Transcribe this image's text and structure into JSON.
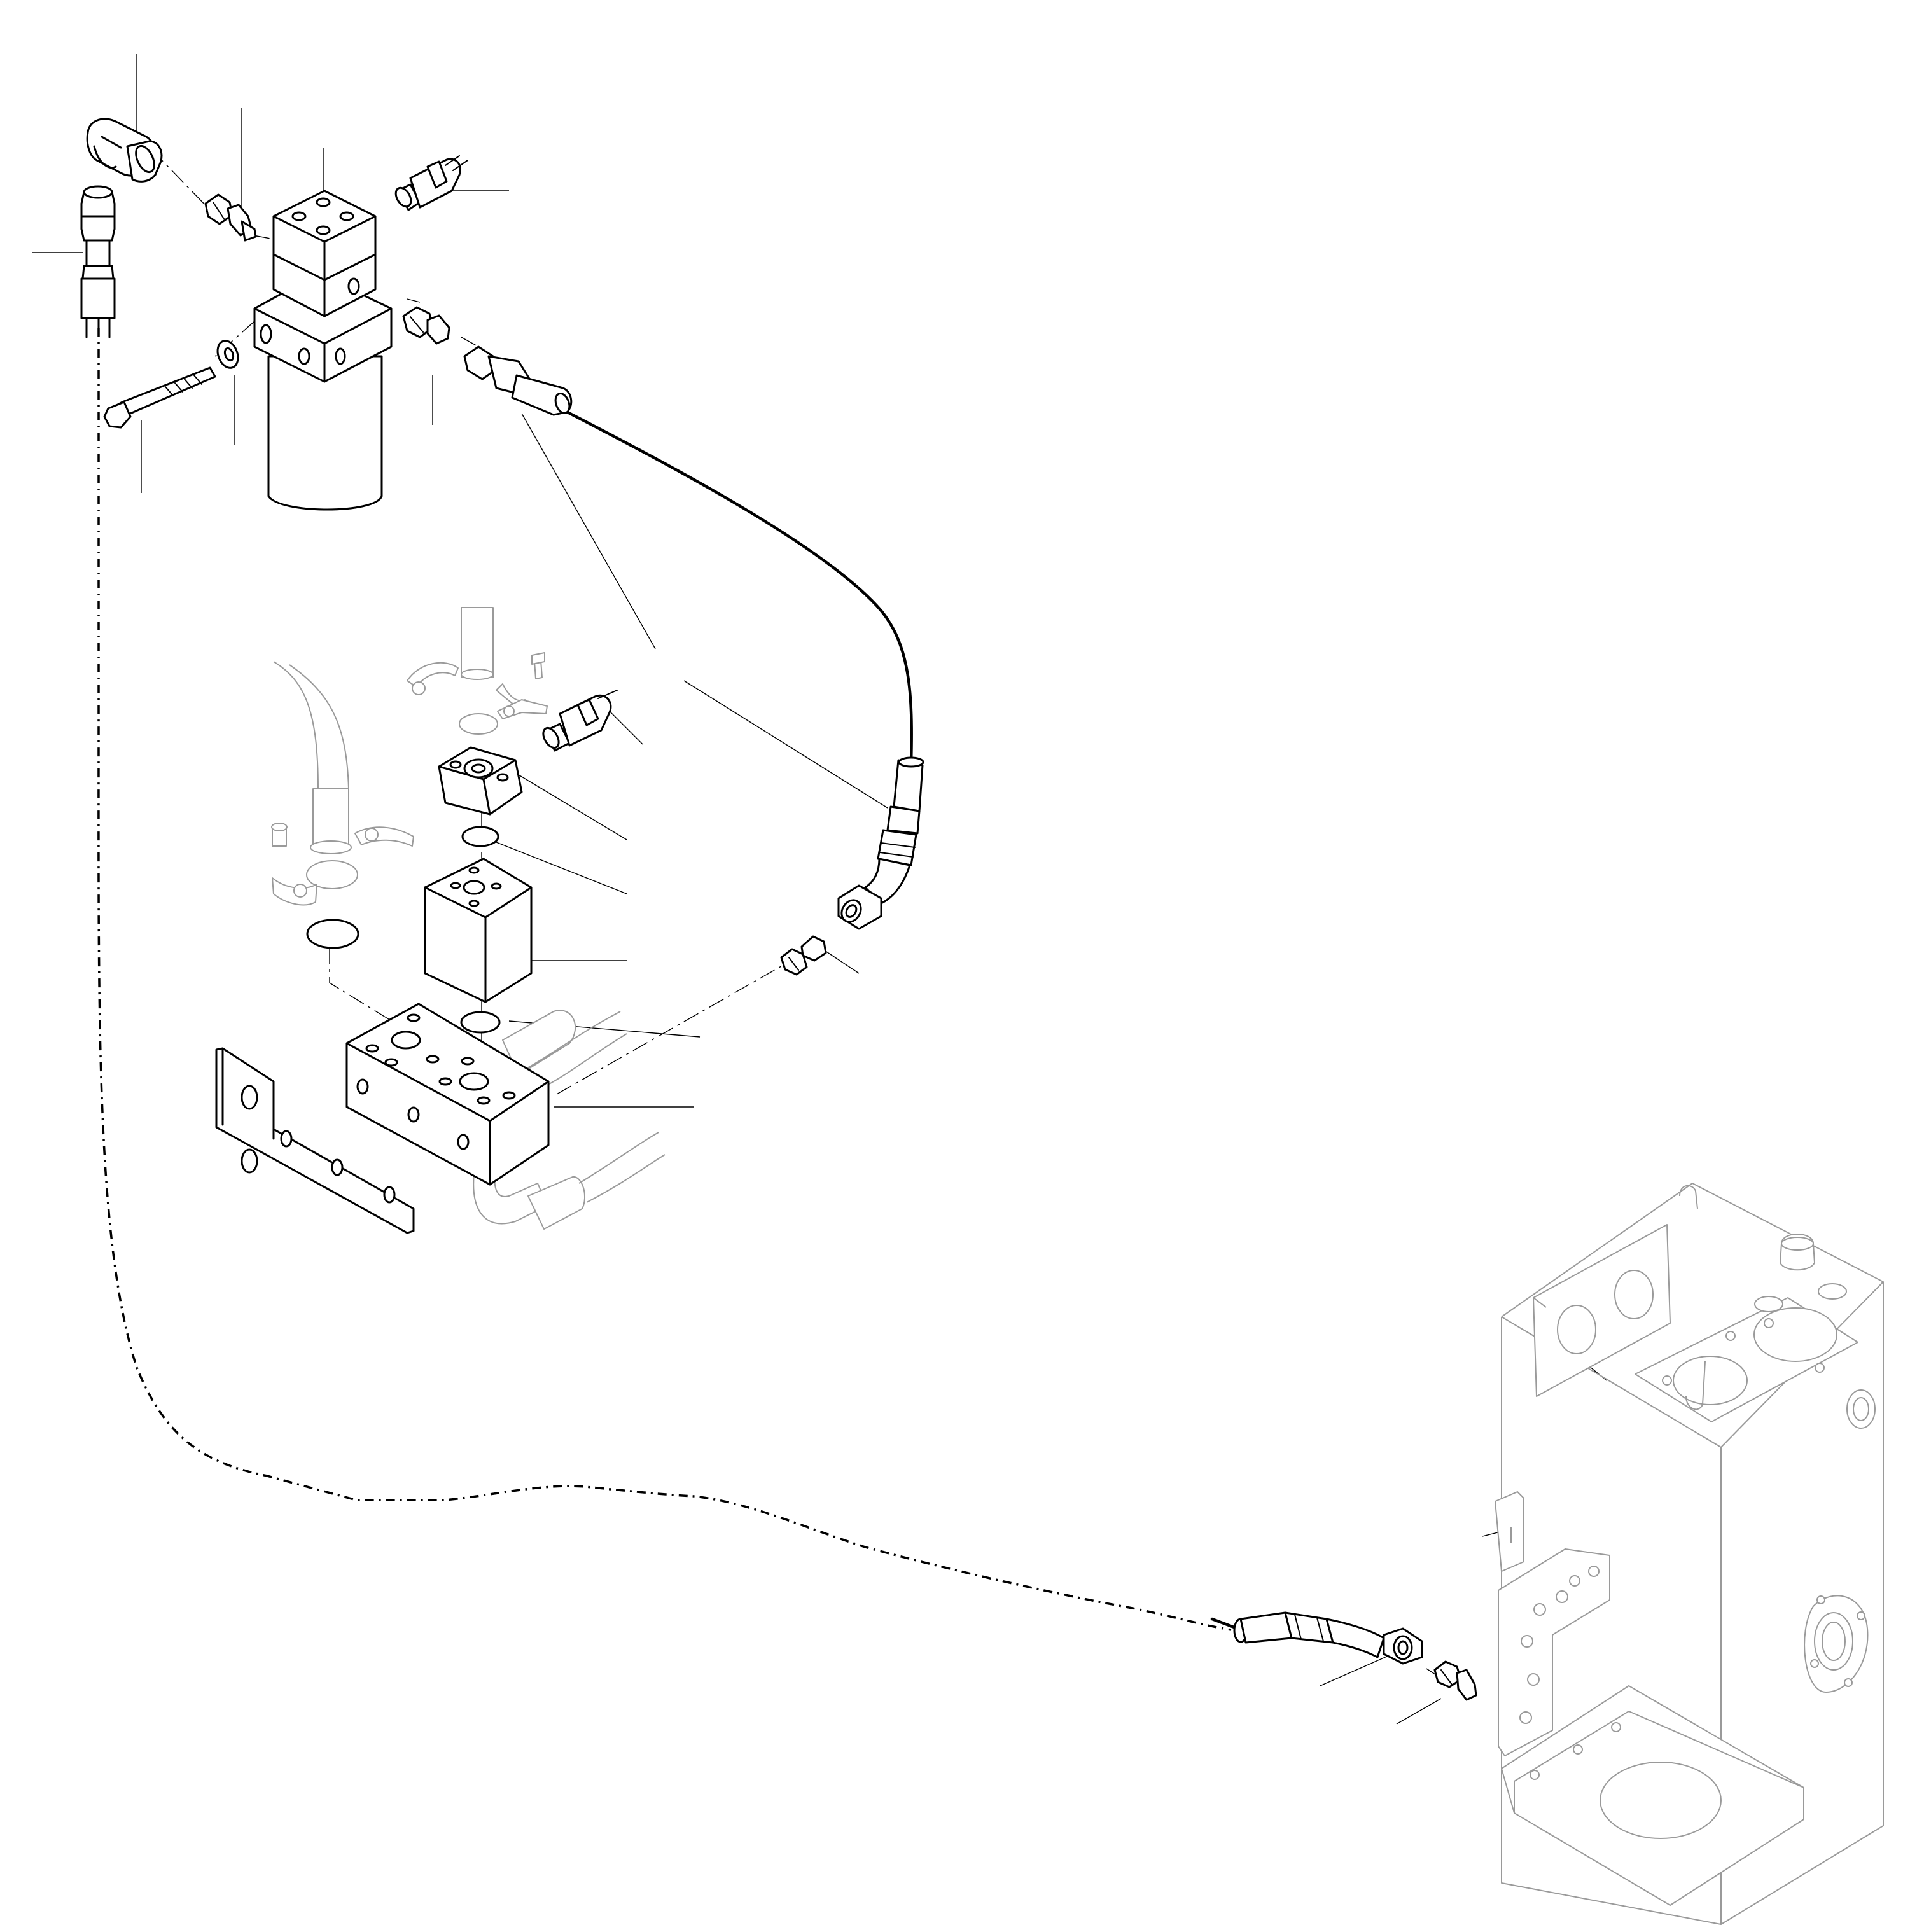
{
  "drawing": {
    "kind": "exploded-parts-illustration",
    "line_color": "#000000",
    "ghost_line_color": "#9a9a9a",
    "background": "#ffffff",
    "text_labels": []
  },
  "parts": [
    {
      "id": "elbow-fitting",
      "icon": "elbow-fitting-icon"
    },
    {
      "id": "hose-upper-left",
      "icon": "hose-icon"
    },
    {
      "id": "adapter-nipple-upper",
      "icon": "nipple-icon"
    },
    {
      "id": "filter-housing",
      "icon": "filter-icon"
    },
    {
      "id": "pressure-switch-upper",
      "icon": "sensor-icon"
    },
    {
      "id": "adapter-nipple-side",
      "icon": "nipple-icon"
    },
    {
      "id": "hose-fitting-straight",
      "icon": "hose-fitting-icon"
    },
    {
      "id": "mounting-bolt",
      "icon": "bolt-icon"
    },
    {
      "id": "washer",
      "icon": "washer-icon"
    },
    {
      "id": "pressure-switch-middle",
      "icon": "sensor-icon"
    },
    {
      "id": "flange-block",
      "icon": "flange-icon"
    },
    {
      "id": "o-ring-upper",
      "icon": "o-ring-icon"
    },
    {
      "id": "valve-block",
      "icon": "valve-icon"
    },
    {
      "id": "o-ring-lower",
      "icon": "o-ring-icon"
    },
    {
      "id": "manifold-block",
      "icon": "manifold-icon"
    },
    {
      "id": "mounting-bracket",
      "icon": "bracket-icon"
    },
    {
      "id": "adapter-nipple-middle",
      "icon": "nipple-icon"
    },
    {
      "id": "hose-assembly",
      "icon": "hose-icon"
    },
    {
      "id": "hose-fitting-lower",
      "icon": "hose-fitting-icon"
    },
    {
      "id": "adapter-nipple-lower",
      "icon": "nipple-icon"
    },
    {
      "id": "hydraulic-tank",
      "icon": "tank-icon"
    }
  ]
}
